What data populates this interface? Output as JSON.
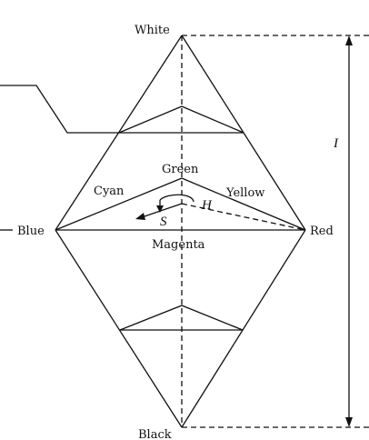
{
  "labels": {
    "white": "White",
    "black": "Black",
    "blue": "Blue",
    "red": "Red",
    "green": "Green",
    "cyan": "Cyan",
    "yellow": "Yellow",
    "magenta": "Magenta",
    "hue": "H",
    "saturation": "S",
    "intensity": "I"
  }
}
